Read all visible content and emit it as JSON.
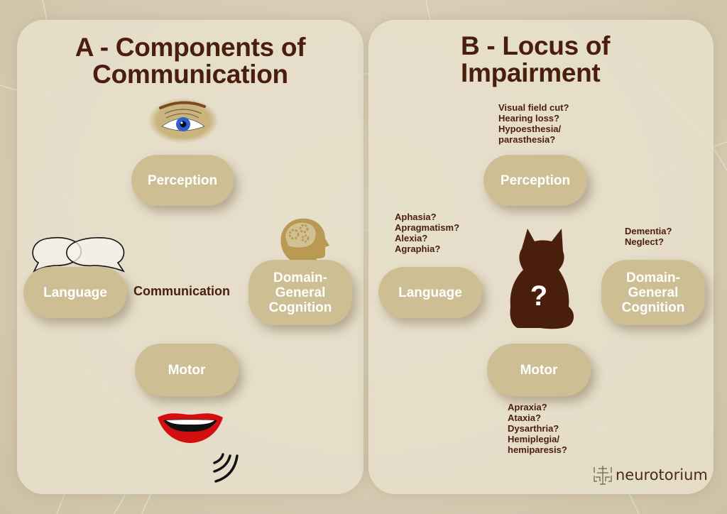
{
  "colors": {
    "title": "#4a1e0c",
    "pill": "#cdbe93",
    "pill_text": "#ffffff",
    "panel": "#e8e0cc",
    "background": "#d4c9b0",
    "cat": "#4a1e0c"
  },
  "panel_a": {
    "title_line1": "A - Components of",
    "title_line2": "Communication",
    "center_label": "Communication",
    "nodes": {
      "perception": "Perception",
      "language": "Language",
      "cognition_line1": "Domain-",
      "cognition_line2": "General",
      "cognition_line3": "Cognition",
      "motor": "Motor"
    },
    "icons": [
      "eye-icon",
      "speech-bubbles-icon",
      "head-gears-icon",
      "mouth-icon",
      "sound-waves-icon"
    ]
  },
  "panel_b": {
    "title_line1": "B - Locus of",
    "title_line2": "Impairment",
    "nodes": {
      "perception": "Perception",
      "language": "Language",
      "cognition_line1": "Domain-",
      "cognition_line2": "General",
      "cognition_line3": "Cognition",
      "motor": "Motor"
    },
    "notes": {
      "perception": "Visual field cut?\nHearing loss?\nHypoesthesia/\nparasthesia?",
      "language": "Aphasia?\nApragmatism?\nAlexia?\nAgraphia?",
      "cognition": "Dementia?\nNeglect?",
      "motor": "Apraxia?\nAtaxia?\nDysarthria?\nHemiplegia/\nhemiparesis?"
    },
    "cat_symbol": "?",
    "icons": [
      "cat-question-icon"
    ]
  },
  "brand": {
    "name": "neurotorium",
    "icon": "neurotorium-logo-icon"
  }
}
